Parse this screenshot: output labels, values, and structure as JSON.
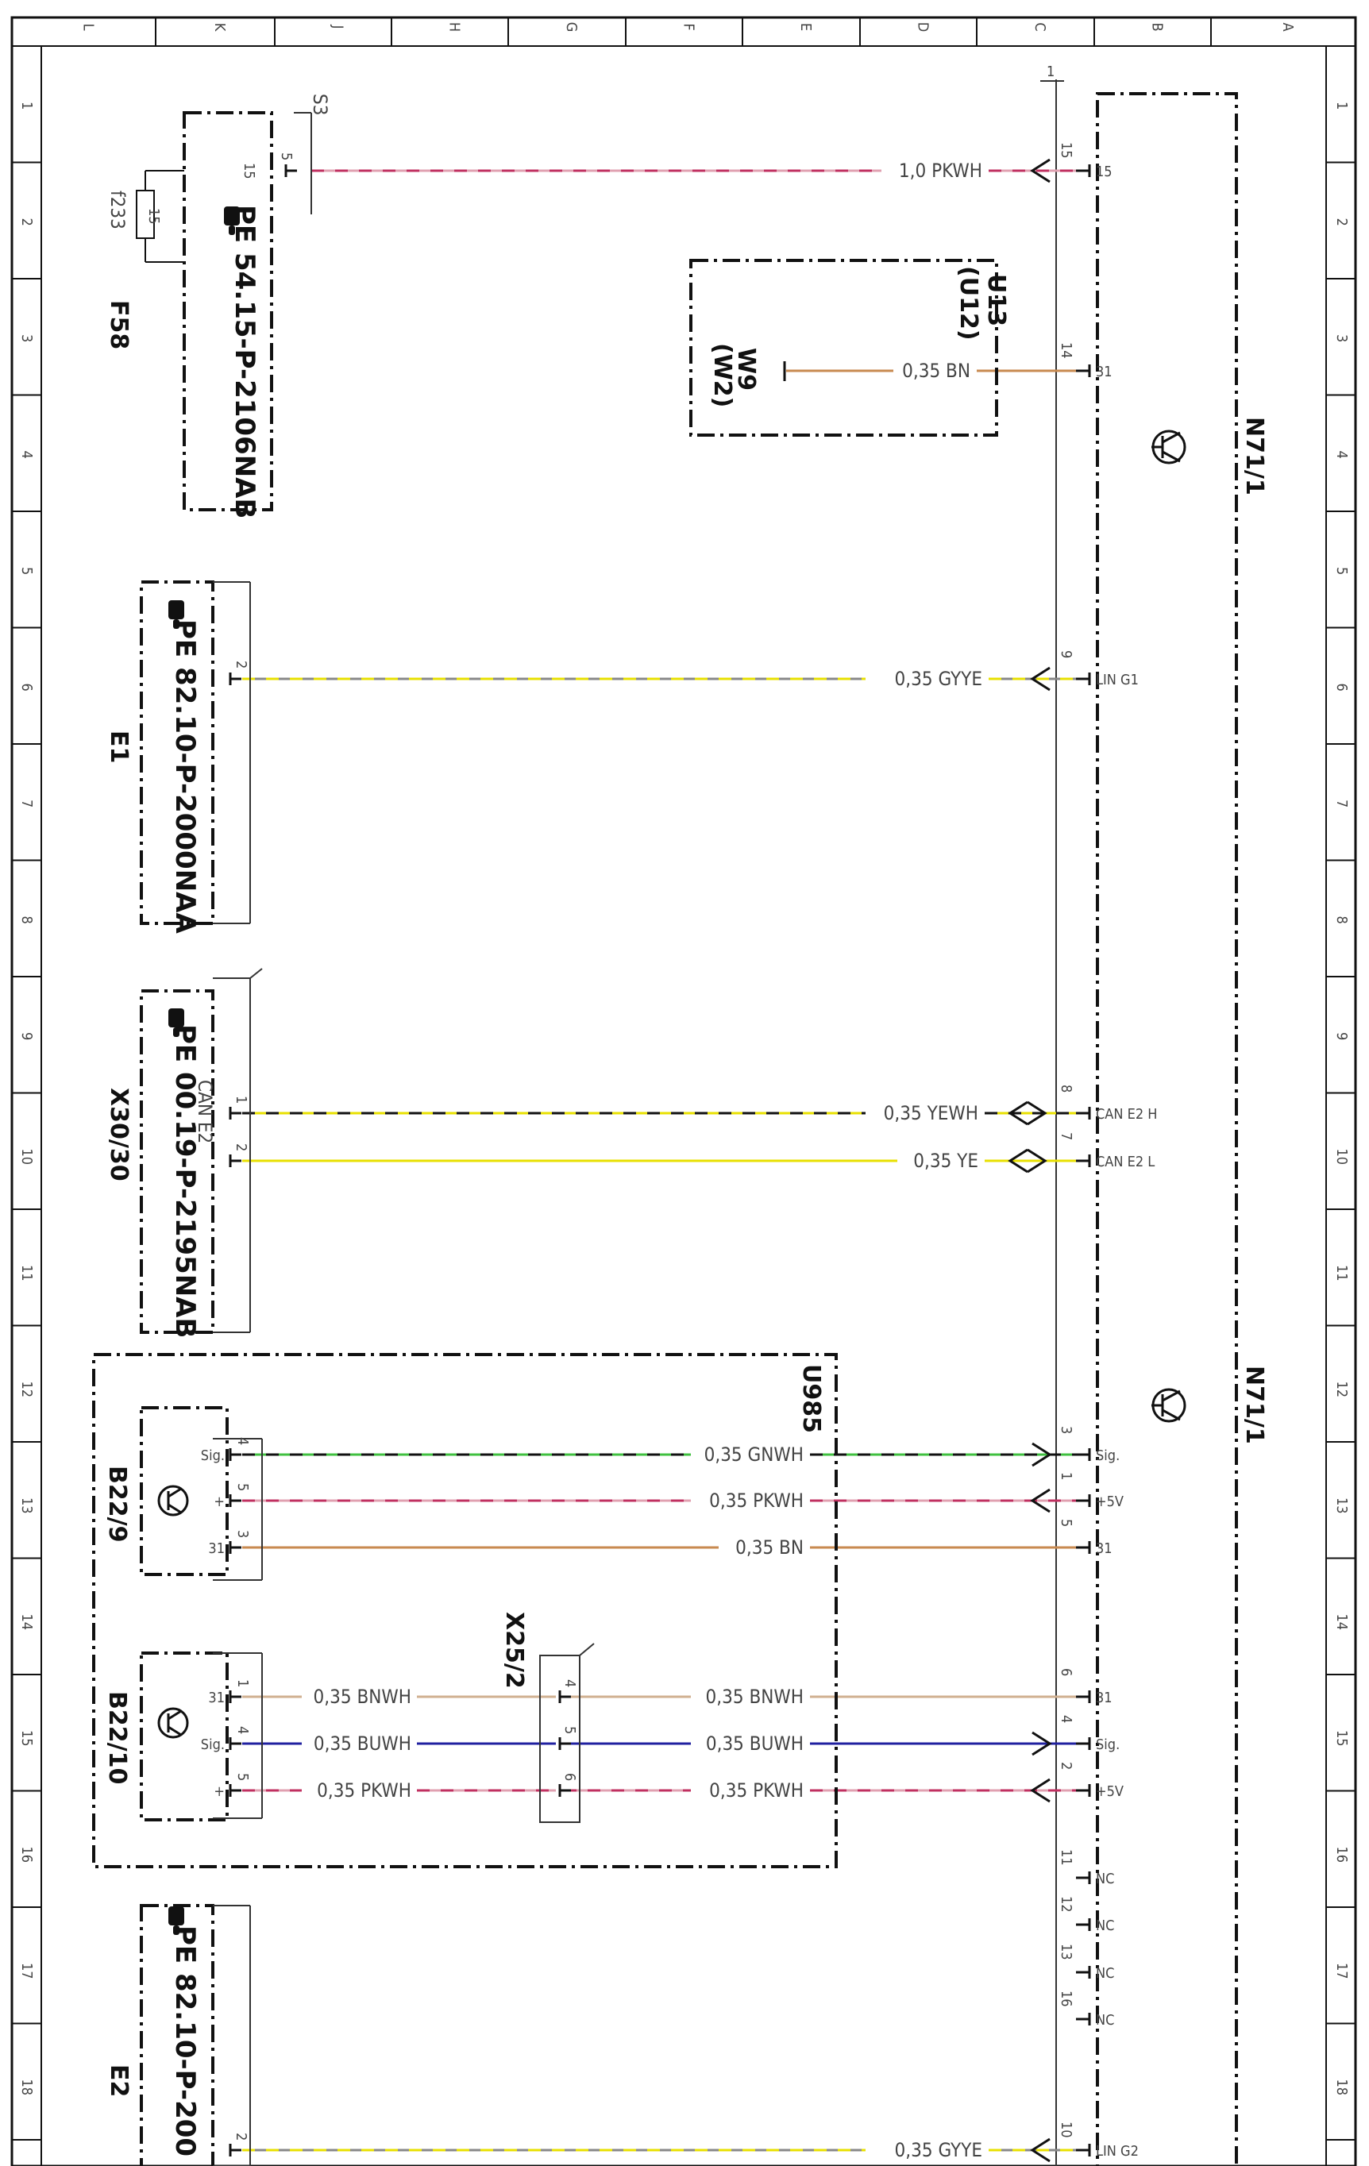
{
  "grid": {
    "columns": [
      "L",
      "K",
      "J",
      "H",
      "G",
      "F",
      "E",
      "D",
      "C",
      "B",
      "A"
    ],
    "rows": [
      "1",
      "2",
      "3",
      "4",
      "5",
      "6",
      "7",
      "8",
      "9",
      "10",
      "11",
      "12",
      "13",
      "14",
      "15",
      "16",
      "17",
      "18"
    ]
  },
  "components": {
    "n71": "N71/1",
    "n71_lower": "N71/1",
    "s3": "S3",
    "f233": "f233",
    "fuse_value": "15",
    "f58": "F58",
    "pe_s3": "PE  54.15-P-2106NAB",
    "u13": "U13",
    "u12": "(U12)",
    "w9": "W9",
    "w2": "(W2)",
    "pe_e1": "PE  82.10-P-2000NAA",
    "e1": "E1",
    "pe_x30": "PE  00.19-P-2195NAB",
    "x30": "X30/30",
    "can_e2": "CAN E2",
    "u985": "U985",
    "b22_9": "B22/9",
    "b22_10": "B22/10",
    "x25_2": "X25/2",
    "pe_e2": "PE  82.10-P-200",
    "e2": "E2",
    "conn_one": "1"
  },
  "wires": [
    {
      "label": "1,0 PKWH",
      "colors": [
        "#e0a0b0",
        "#c03060"
      ]
    },
    {
      "label": "0,35 BN",
      "colors": [
        "#c88a50"
      ]
    },
    {
      "label": "0,35 GYYE",
      "colors": [
        "#888888",
        "#e8e000"
      ]
    },
    {
      "label": "0,35 YEWH",
      "colors": [
        "#e8e000",
        "#111111"
      ]
    },
    {
      "label": "0,35 YE",
      "colors": [
        "#e8e000"
      ]
    },
    {
      "label": "0,35 GNWH",
      "colors": [
        "#40c040",
        "#111111"
      ]
    },
    {
      "label": "0,35 PKWH",
      "colors": [
        "#e0a0b0",
        "#c03060"
      ]
    },
    {
      "label": "0,35 BN",
      "colors": [
        "#c88a50"
      ]
    },
    {
      "label": "0,35 BNWH",
      "colors": [
        "#d0b090"
      ]
    },
    {
      "label": "0,35 BUWH",
      "colors": [
        "#2020a0"
      ]
    },
    {
      "label": "0,35 PKWH",
      "colors": [
        "#e0a0b0",
        "#c03060"
      ]
    },
    {
      "label": "0,35 GYYE",
      "colors": [
        "#888888",
        "#e8e000"
      ]
    }
  ],
  "wires_left": [
    {
      "label": "0,35 BNWH"
    },
    {
      "label": "0,35 BUWH"
    },
    {
      "label": "0,35 PKWH"
    }
  ],
  "n71_pins": [
    {
      "num": "15",
      "name": "15"
    },
    {
      "num": "14",
      "name": "31"
    },
    {
      "num": "9",
      "name": "LIN G1"
    },
    {
      "num": "8",
      "name": "CAN E2 H"
    },
    {
      "num": "7",
      "name": "CAN E2 L"
    },
    {
      "num": "3",
      "name": "Sig."
    },
    {
      "num": "1",
      "name": "+5V"
    },
    {
      "num": "5",
      "name": "31"
    },
    {
      "num": "6",
      "name": "31"
    },
    {
      "num": "4",
      "name": "Sig."
    },
    {
      "num": "2",
      "name": "+5V"
    },
    {
      "num": "11",
      "name": "NC"
    },
    {
      "num": "12",
      "name": "NC"
    },
    {
      "num": "13",
      "name": "NC"
    },
    {
      "num": "16",
      "name": "NC"
    },
    {
      "num": "10",
      "name": "LIN G2"
    }
  ],
  "left_pins": {
    "s3_pin": "5",
    "s3_term": "15",
    "e1_pin": "2",
    "x30_p1": "1",
    "x30_p2": "2",
    "b22_9": [
      {
        "num": "4",
        "name": "Sig."
      },
      {
        "num": "5",
        "name": "+"
      },
      {
        "num": "3",
        "name": "31"
      }
    ],
    "b22_10": [
      {
        "num": "1",
        "name": "31"
      },
      {
        "num": "4",
        "name": "Sig."
      },
      {
        "num": "5",
        "name": "+"
      }
    ],
    "x25": [
      "4",
      "5",
      "6"
    ],
    "e2_pin": "2"
  }
}
